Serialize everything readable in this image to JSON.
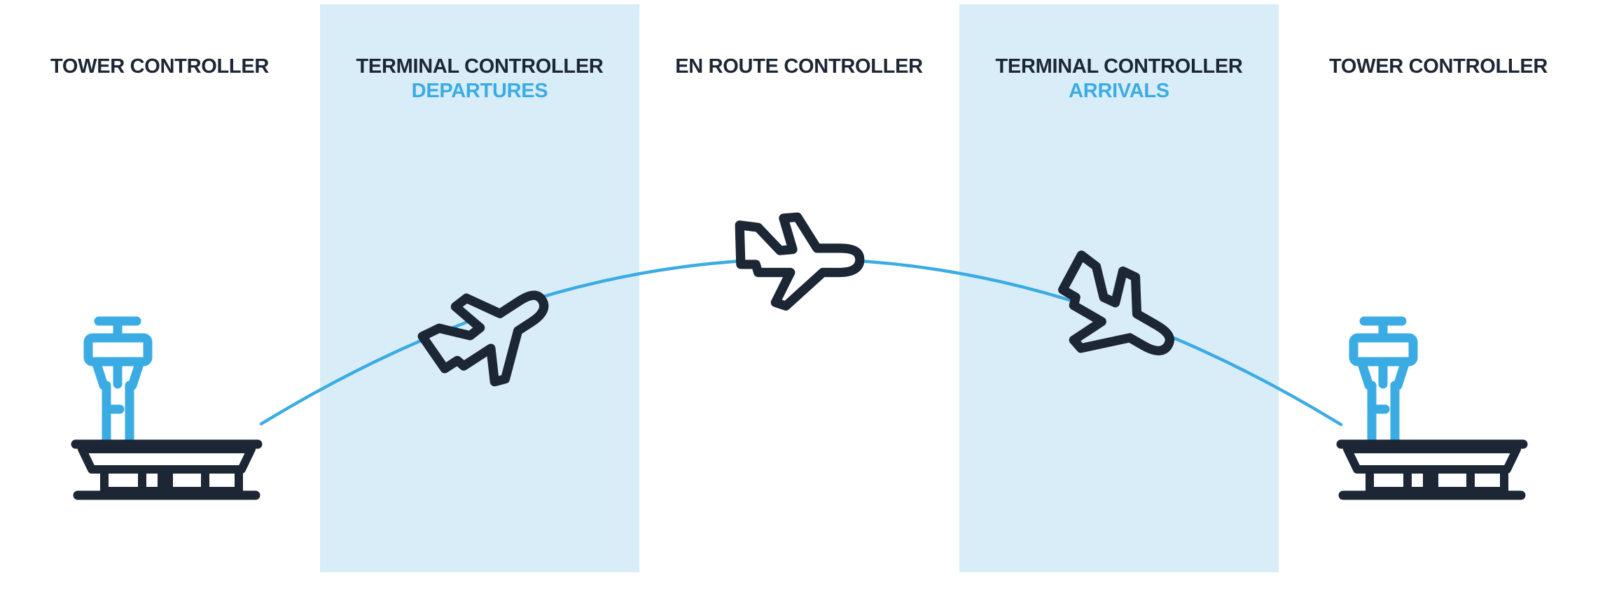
{
  "colors": {
    "navy": "#1C2634",
    "accent_blue": "#3BACE3",
    "band_blue": "#D9EDF9",
    "background": "#FFFFFF"
  },
  "columns": [
    {
      "label": "TOWER CONTROLLER",
      "sublabel": "",
      "highlight_band": false,
      "icon": "airport-tower-icon"
    },
    {
      "label": "TERMINAL CONTROLLER",
      "sublabel": "DEPARTURES",
      "highlight_band": true,
      "icon": "airplane-climbing-icon"
    },
    {
      "label": "EN ROUTE CONTROLLER",
      "sublabel": "",
      "highlight_band": false,
      "icon": "airplane-level-icon"
    },
    {
      "label": "TERMINAL CONTROLLER",
      "sublabel": "ARRIVALS",
      "highlight_band": true,
      "icon": "airplane-descending-icon"
    },
    {
      "label": "TOWER CONTROLLER",
      "sublabel": "",
      "highlight_band": false,
      "icon": "airport-tower-icon"
    }
  ],
  "flight_path": {
    "icon": "flight-arc-line",
    "planes": [
      {
        "icon": "airplane-climbing-icon",
        "phase_column": 1
      },
      {
        "icon": "airplane-level-icon",
        "phase_column": 2
      },
      {
        "icon": "airplane-descending-icon",
        "phase_column": 3
      }
    ]
  }
}
